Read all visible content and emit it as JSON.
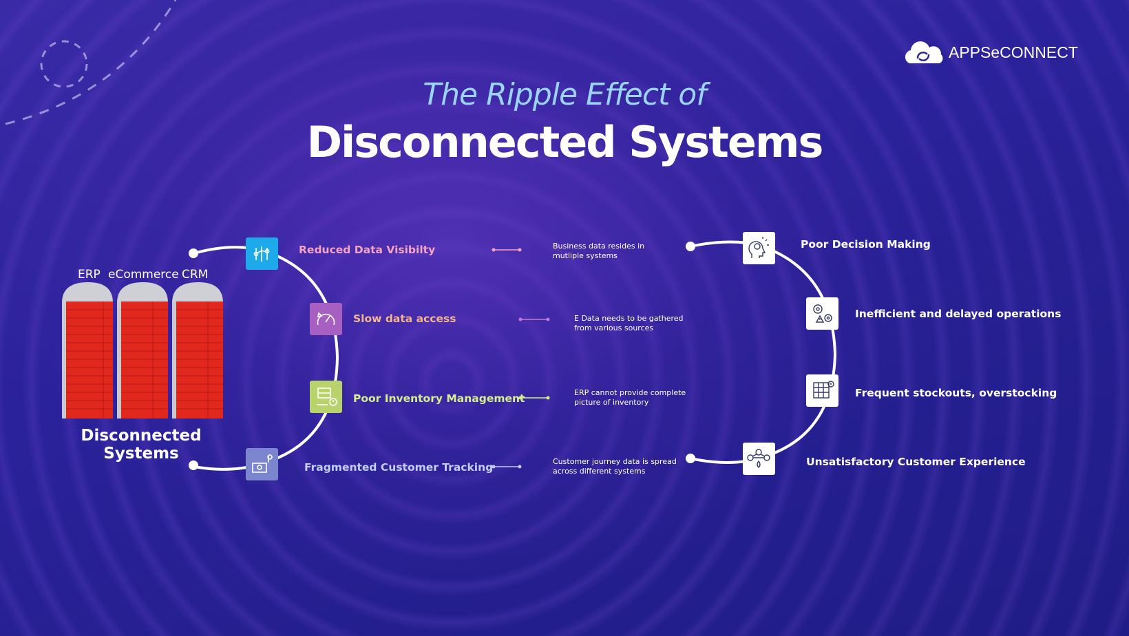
{
  "header": {
    "title_line1": "The Ripple Effect of",
    "title_line2": "Disconnected Systems"
  },
  "logo": {
    "text": "APPSeCONNECT",
    "icon": "cloud-sync-icon"
  },
  "silos": {
    "labels": [
      "ERP",
      "eCommerce",
      "CRM"
    ],
    "caption": "Disconnected Systems"
  },
  "issues": [
    {
      "label": "Reduced Data Visibilty",
      "description": "Business data resides in mutliple systems",
      "color": "#f5a3c0",
      "box_color": "#1ea9ea",
      "icon": "data-visibility-icon"
    },
    {
      "label": "Slow data access",
      "description": "E Data needs to be gathered from various sources",
      "color": "#f4b490",
      "box_color": "#a85fc2",
      "icon": "speedometer-icon"
    },
    {
      "label": "Poor Inventory Management",
      "description": "ERP cannot provide complete picture of inventory",
      "color": "#d6ef8e",
      "box_color": "#b9d36c",
      "icon": "inventory-icon"
    },
    {
      "label": "Fragmented Customer Tracking",
      "description": "Customer journey data is spread across different systems",
      "color": "#c2cdf4",
      "box_color": "#7b86cf",
      "icon": "location-tracking-icon"
    }
  ],
  "effects": [
    {
      "label": "Poor Decision Making",
      "icon": "brain-head-icon"
    },
    {
      "label": "Inefficient and delayed operations",
      "icon": "gears-warning-icon"
    },
    {
      "label": "Frequent stockouts, overstocking",
      "icon": "shelf-warning-icon"
    },
    {
      "label": "Unsatisfactory Customer Experience",
      "icon": "customer-network-icon"
    }
  ],
  "colors": {
    "background": "#22218a",
    "title_italic": "#9ad4ff",
    "silo_red": "#e0281f",
    "silo_dome": "#cfd0d6"
  }
}
